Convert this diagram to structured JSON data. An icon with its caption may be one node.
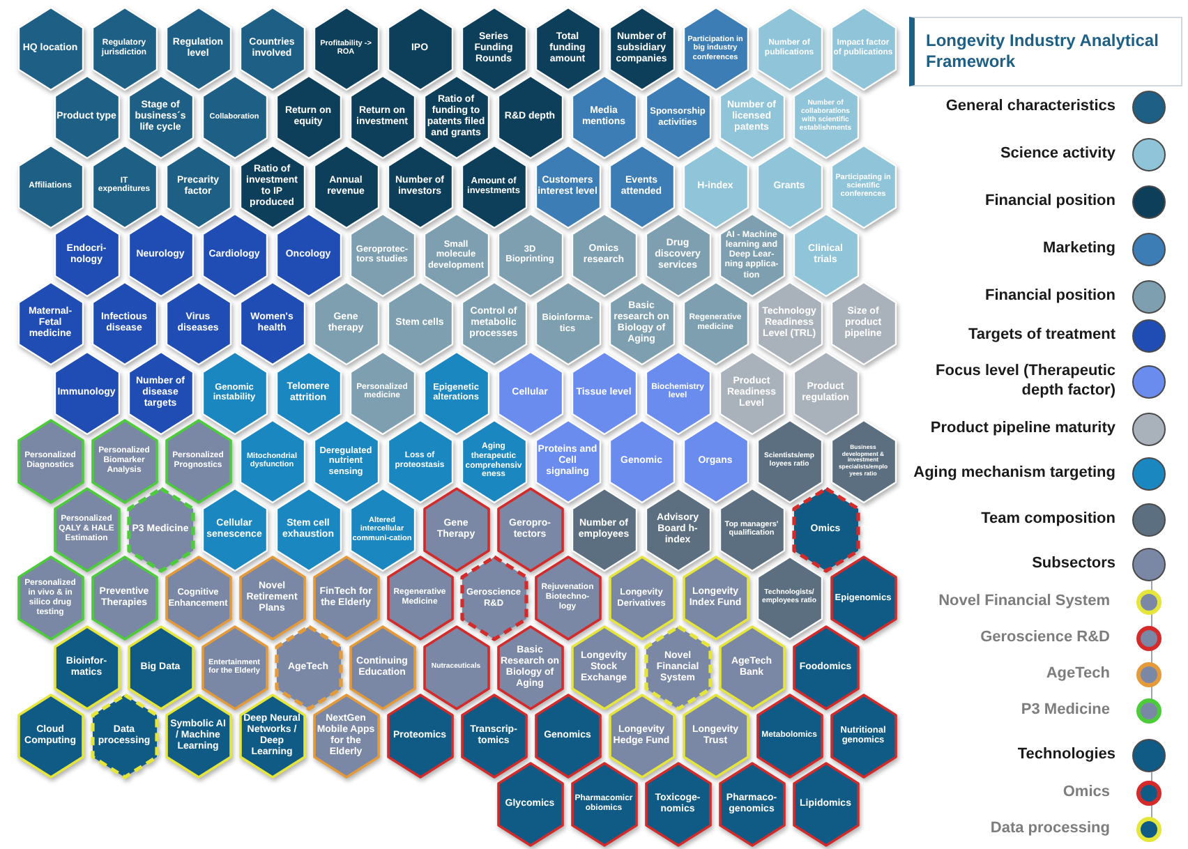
{
  "diagram": {
    "title": "Longevity Industry Analytical Framework",
    "nodes": [
      {
        "text": [
          "HQ location"
        ]
      },
      {
        "text": [
          "Regulatory jurisdiction"
        ]
      },
      {
        "text": [
          "Regulation level"
        ]
      },
      {
        "text": [
          "Countries involved"
        ]
      },
      {
        "text": [
          "Profitability -> ROA"
        ]
      },
      {
        "text": [
          "IPO"
        ]
      },
      {
        "text": [
          "Series Funding Rounds"
        ]
      },
      {
        "text": [
          "Total funding amount"
        ]
      },
      {
        "text": [
          "Number of subsidiary companies"
        ]
      },
      {
        "text": [
          "Participation in big industry conferences"
        ]
      },
      {
        "text": [
          "Number of publications"
        ]
      },
      {
        "text": [
          "Impact factor of publications"
        ]
      },
      {
        "text": [
          "Product type"
        ]
      },
      {
        "text": [
          "Stage of business´s life cycle"
        ]
      },
      {
        "text": [
          "Collaboration"
        ]
      },
      {
        "text": [
          "Return on equity"
        ]
      },
      {
        "text": [
          "Return on investment"
        ]
      },
      {
        "text": [
          "Ratio of funding to patents filed and grants"
        ]
      },
      {
        "text": [
          "R&D depth"
        ]
      },
      {
        "text": [
          "Media mentions"
        ]
      },
      {
        "text": [
          "Sponsorship activities"
        ]
      },
      {
        "text": [
          "Number of licensed patents"
        ]
      },
      {
        "text": [
          "Number of collaborations with scientific establishments"
        ]
      },
      {
        "text": [
          "Affiliations"
        ]
      },
      {
        "text": [
          "IT expenditures"
        ]
      },
      {
        "text": [
          "Precarity factor"
        ]
      },
      {
        "text": [
          "Ratio of investment to IP produced"
        ]
      },
      {
        "text": [
          "Annual revenue"
        ]
      },
      {
        "text": [
          "Number of investors"
        ]
      },
      {
        "text": [
          "Amount of investments"
        ]
      },
      {
        "text": [
          "Customers interest level"
        ]
      },
      {
        "text": [
          "Events attended"
        ]
      },
      {
        "text": [
          "H-index"
        ]
      },
      {
        "text": [
          "Grants"
        ]
      },
      {
        "text": [
          "Participating in scientific conferences"
        ]
      },
      {
        "text": [
          "Endocri-nology"
        ]
      },
      {
        "text": [
          "Neurology"
        ]
      },
      {
        "text": [
          "Cardiology"
        ]
      },
      {
        "text": [
          "Oncology"
        ]
      },
      {
        "text": [
          "Geroprotec-tors studies"
        ]
      },
      {
        "text": [
          "Small molecule development"
        ]
      },
      {
        "text": [
          "3D Bioprinting"
        ]
      },
      {
        "text": [
          "Omics research"
        ]
      },
      {
        "text": [
          "Drug discovery services"
        ]
      },
      {
        "text": [
          "AI - Machine learning and Deep Lear-ning applica-tion"
        ]
      },
      {
        "text": [
          "Clinical trials"
        ]
      },
      {
        "text": [
          "Maternal-Fetal medicine"
        ]
      },
      {
        "text": [
          "Infectious disease"
        ]
      },
      {
        "text": [
          "Virus diseases"
        ]
      },
      {
        "text": [
          "Women's health"
        ]
      },
      {
        "text": [
          "Gene therapy"
        ]
      },
      {
        "text": [
          "Stem cells"
        ]
      },
      {
        "text": [
          "Control of metabolic processes"
        ]
      },
      {
        "text": [
          "Bioinforma-tics"
        ]
      },
      {
        "text": [
          "Basic research on Biology of Aging"
        ]
      },
      {
        "text": [
          "Regenerative medicine"
        ]
      },
      {
        "text": [
          "Technology Readiness Level (TRL)"
        ]
      },
      {
        "text": [
          "Size of product pipeline"
        ]
      },
      {
        "text": [
          "Immunology"
        ]
      },
      {
        "text": [
          "Number of disease targets"
        ]
      },
      {
        "text": [
          "Genomic instability"
        ]
      },
      {
        "text": [
          "Telomere attrition"
        ]
      },
      {
        "text": [
          "Personalized medicine"
        ]
      },
      {
        "text": [
          "Epigenetic alterations"
        ]
      },
      {
        "text": [
          "Cellular"
        ]
      },
      {
        "text": [
          "Tissue level"
        ]
      },
      {
        "text": [
          "Biochemistry level"
        ]
      },
      {
        "text": [
          "Product Readiness Level"
        ]
      },
      {
        "text": [
          "Product regulation"
        ]
      },
      {
        "text": [
          "Personalized Diagnostics"
        ]
      },
      {
        "text": [
          "Personalized Biomarker Analysis"
        ]
      },
      {
        "text": [
          "Personalized Prognostics"
        ]
      },
      {
        "text": [
          "Mitochondrial dysfunction"
        ]
      },
      {
        "text": [
          "Deregulated nutrient sensing"
        ]
      },
      {
        "text": [
          "Loss of proteostasis"
        ]
      },
      {
        "text": [
          "Aging therapeutic comprehensiv eness"
        ]
      },
      {
        "text": [
          "Proteins and Cell signaling"
        ]
      },
      {
        "text": [
          "Genomic"
        ]
      },
      {
        "text": [
          "Organs"
        ]
      },
      {
        "text": [
          "Scientists/emp loyees ratio"
        ]
      },
      {
        "text": [
          "Business development & investment specialists/emplo yees ratio"
        ]
      },
      {
        "text": [
          "Personalized QALY & HALE Estimation"
        ]
      },
      {
        "text": [
          "P3 Medicine"
        ]
      },
      {
        "text": [
          "Cellular senescence"
        ]
      },
      {
        "text": [
          "Stem cell exhaustion"
        ]
      },
      {
        "text": [
          "Altered intercellular communi-cation"
        ]
      },
      {
        "text": [
          "Gene Therapy"
        ]
      },
      {
        "text": [
          "Geropro-tectors"
        ]
      },
      {
        "text": [
          "Number of employees"
        ]
      },
      {
        "text": [
          "Advisory Board h-index"
        ]
      },
      {
        "text": [
          "Top managers' qualification"
        ]
      },
      {
        "text": [
          "Omics"
        ]
      },
      {
        "text": [
          "Personalized in vivo & in silico drug testing"
        ]
      },
      {
        "text": [
          "Preventive Therapies"
        ]
      },
      {
        "text": [
          "Cognitive Enhancement"
        ]
      },
      {
        "text": [
          "Novel Retirement Plans"
        ]
      },
      {
        "text": [
          "FinTech for the Elderly"
        ]
      },
      {
        "text": [
          "Regenerative Medicine"
        ]
      },
      {
        "text": [
          "Geroscience R&D"
        ]
      },
      {
        "text": [
          "Rejuvenation Biotechno-logy"
        ]
      },
      {
        "text": [
          "Longevity Derivatives"
        ]
      },
      {
        "text": [
          "Longevity Index Fund"
        ]
      },
      {
        "text": [
          "Technologists/ employees ratio"
        ]
      },
      {
        "text": [
          "Epigenomics"
        ]
      },
      {
        "text": [
          "Bioinfor-matics"
        ]
      },
      {
        "text": [
          "Big Data"
        ]
      },
      {
        "text": [
          "Entertainment for the Elderly"
        ]
      },
      {
        "text": [
          "AgeTech"
        ]
      },
      {
        "text": [
          "Continuing Education"
        ]
      },
      {
        "text": [
          "Nutraceuticals"
        ]
      },
      {
        "text": [
          "Basic Research on Biology of Aging"
        ]
      },
      {
        "text": [
          "Longevity Stock Exchange"
        ]
      },
      {
        "text": [
          "Novel Financial System"
        ]
      },
      {
        "text": [
          "AgeTech Bank"
        ]
      },
      {
        "text": [
          "Foodomics"
        ]
      },
      {
        "text": [
          "Cloud Computing"
        ]
      },
      {
        "text": [
          "Data processing"
        ]
      },
      {
        "text": [
          "Symbolic AI / Machine Learning"
        ]
      },
      {
        "text": [
          "Deep Neural Networks / Deep Learning"
        ]
      },
      {
        "text": [
          "NextGen Mobile Apps for the Elderly"
        ]
      },
      {
        "text": [
          "Proteomics"
        ]
      },
      {
        "text": [
          "Transcrip-tomics"
        ]
      },
      {
        "text": [
          "Genomics"
        ]
      },
      {
        "text": [
          "Longevity Hedge Fund"
        ]
      },
      {
        "text": [
          "Longevity Trust"
        ]
      },
      {
        "text": [
          "Metabolomics"
        ]
      },
      {
        "text": [
          "Nutritional genomics"
        ]
      },
      {
        "text": [
          "Glycomics"
        ]
      },
      {
        "text": [
          "Pharmacomicr obiomics"
        ]
      },
      {
        "text": [
          "Toxicoge-nomics"
        ]
      },
      {
        "text": [
          "Pharmaco-genomics"
        ]
      },
      {
        "text": [
          "Lipidomics"
        ]
      }
    ],
    "legend": [
      {
        "text": "General characteristics",
        "color": "#1e5f85"
      },
      {
        "text": "Science activity",
        "color": "#8fc4d9"
      },
      {
        "text": "Financial position",
        "color": "#0e3f5a"
      },
      {
        "text": "Marketing",
        "color": "#3d7db5"
      },
      {
        "text": "Financial position",
        "color": "#7d9fb0"
      },
      {
        "text": "Targets of treatment",
        "color": "#1f4db3"
      },
      {
        "text": "Focus level (Therapeutic depth factor)",
        "color": "#6b8cef"
      },
      {
        "text": "Product pipeline maturity",
        "color": "#a9b2ba"
      },
      {
        "text": "Aging mechanism targeting",
        "color": "#1a87c0"
      },
      {
        "text": "Team composition",
        "color": "#5b6f80"
      },
      {
        "text": "Subsectors",
        "color": "#7a88a6"
      },
      {
        "text": "Novel Financial System",
        "color": "#7a88a6"
      },
      {
        "text": "Geroscience R&D",
        "color": "#7a88a6"
      },
      {
        "text": "AgeTech",
        "color": "#7a88a6"
      },
      {
        "text": "P3 Medicine",
        "color": "#7a88a6"
      },
      {
        "text": "Technologies",
        "color": "#0f5b86"
      },
      {
        "text": "Omics",
        "color": "#0f5b86"
      },
      {
        "text": "Data processing",
        "color": "#0f5b86"
      }
    ]
  }
}
